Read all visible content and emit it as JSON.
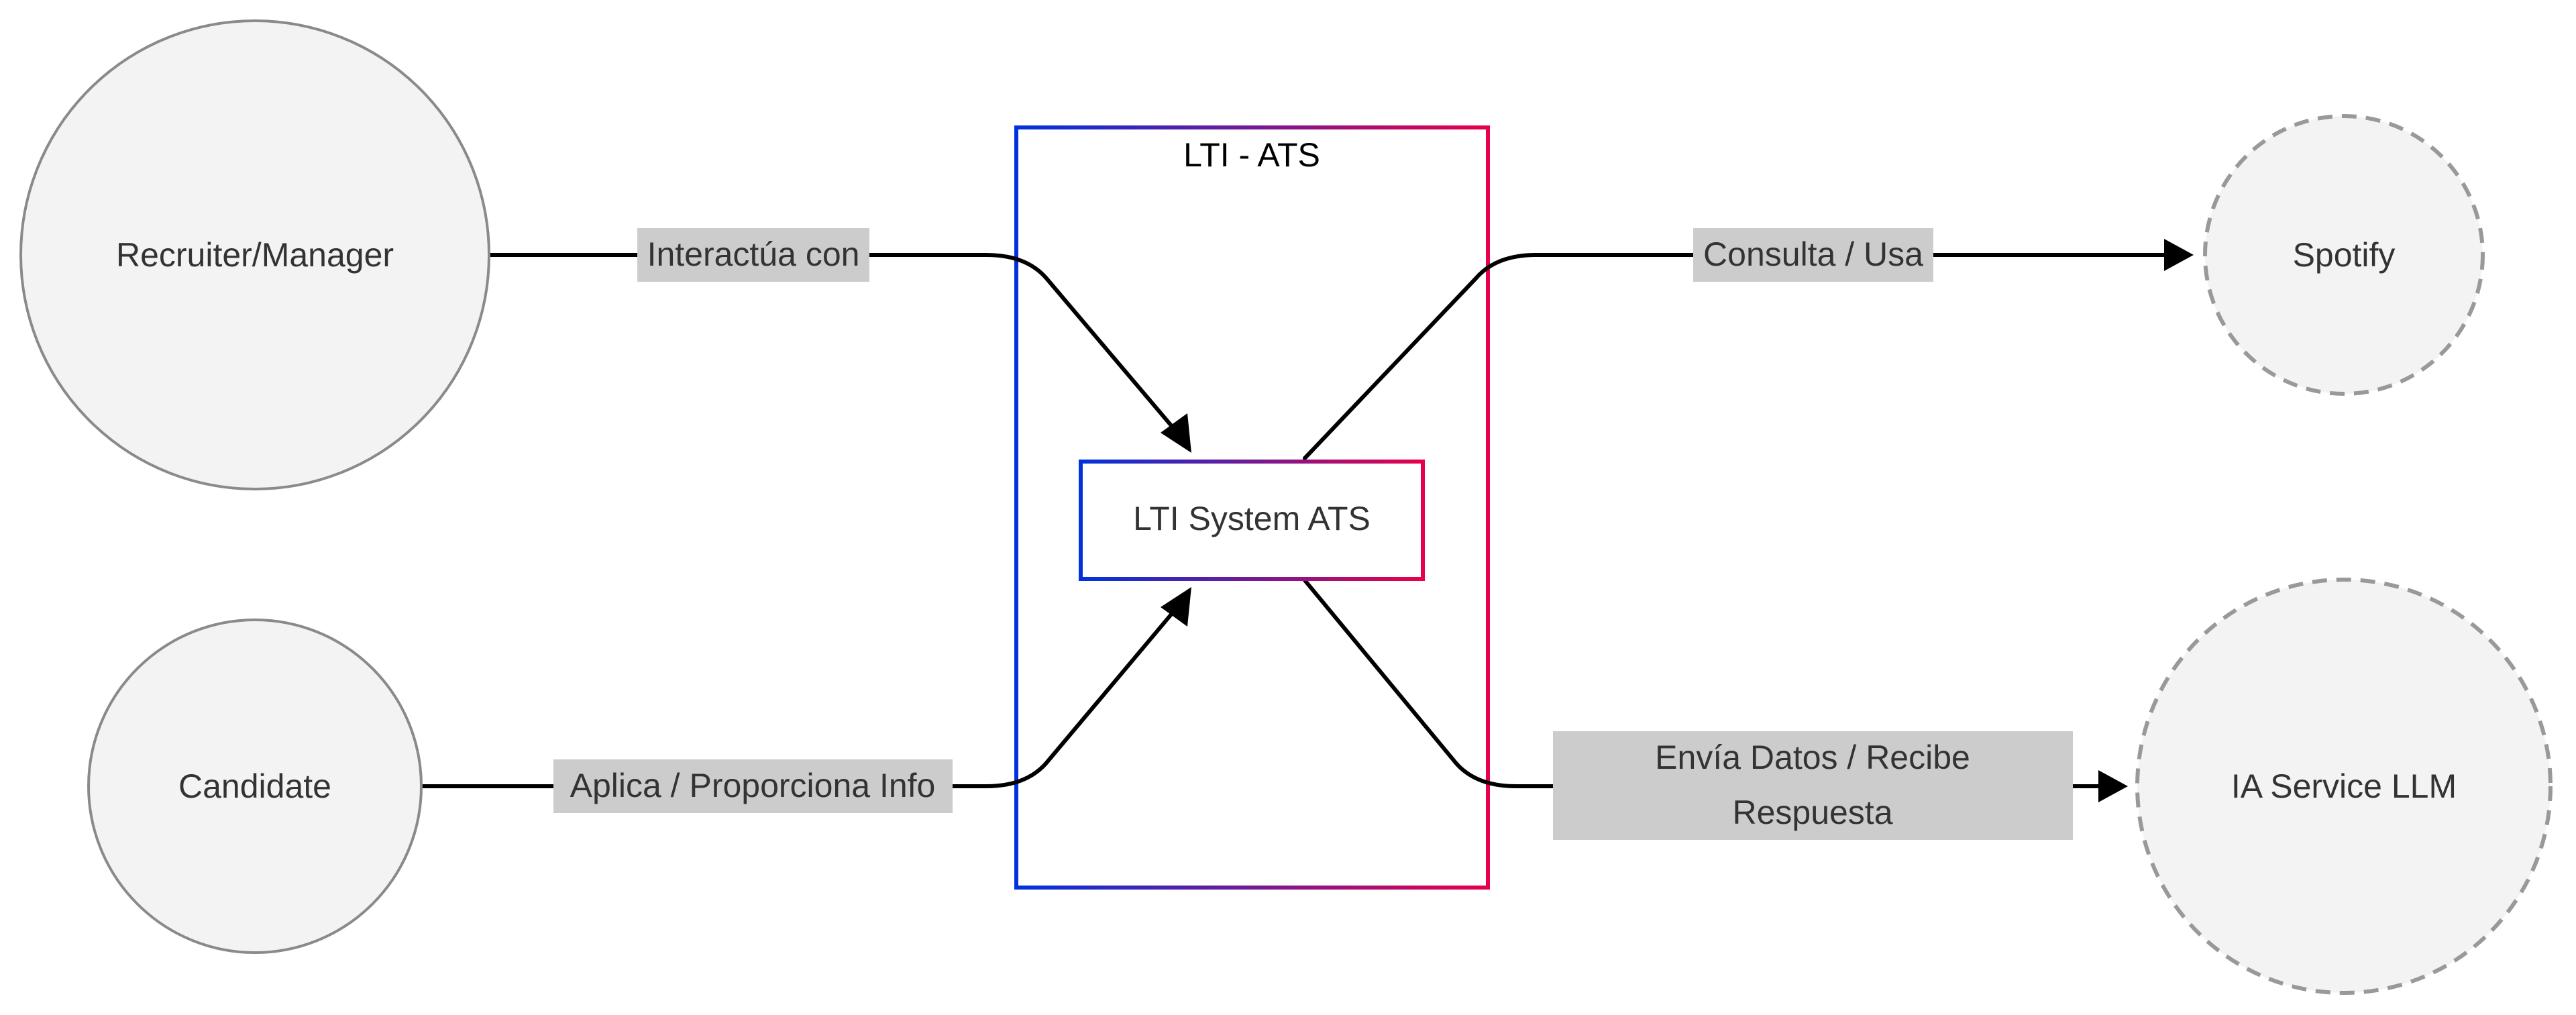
{
  "diagram": {
    "boundary": {
      "title": "LTI - ATS"
    },
    "system": {
      "label": "LTI System ATS"
    },
    "actors": [
      {
        "id": "recruiter",
        "label": "Recruiter/Manager"
      },
      {
        "id": "candidate",
        "label": "Candidate"
      }
    ],
    "externals": [
      {
        "id": "spotify",
        "label": "Spotify"
      },
      {
        "id": "llm",
        "label": "IA Service LLM"
      }
    ],
    "edges": [
      {
        "id": "e1",
        "from": "Recruiter/Manager",
        "to": "LTI System ATS",
        "label": "Interactúa con"
      },
      {
        "id": "e2",
        "from": "Candidate",
        "to": "LTI System ATS",
        "label": "Aplica / Proporciona Info"
      },
      {
        "id": "e3",
        "from": "LTI System ATS",
        "to": "Spotify",
        "label": "Consulta / Usa"
      },
      {
        "id": "e4",
        "from": "LTI System ATS",
        "to": "IA Service LLM",
        "label_lines": [
          "Envía Datos / Recibe",
          "Respuesta"
        ]
      }
    ],
    "colors": {
      "gradient_start": "#0033dd",
      "gradient_end": "#e8004c",
      "node_fill": "#f3f3f3",
      "node_stroke": "#8a8a8a",
      "edge_label_bg": "#cccccc",
      "line": "#000000"
    }
  }
}
